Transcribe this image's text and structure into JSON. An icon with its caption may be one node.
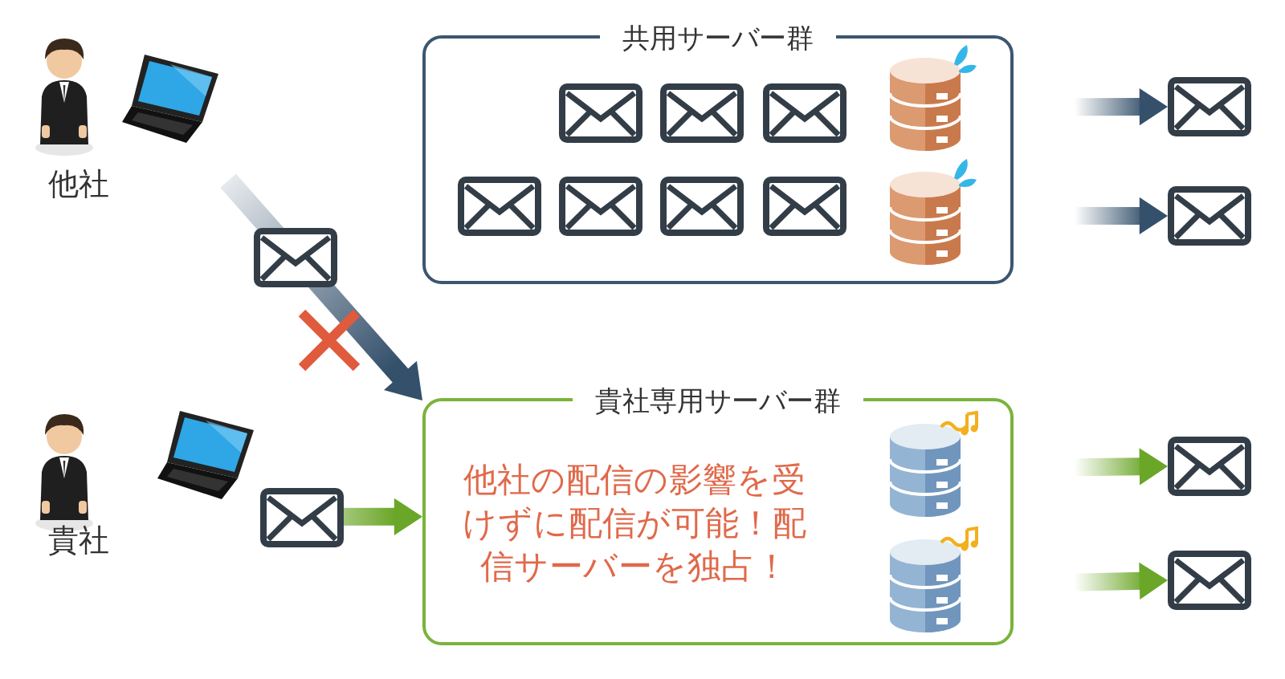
{
  "diagram": {
    "nodes": [
      {
        "text": [
          "他社"
        ]
      },
      {
        "text": [
          "共用サーバー群"
        ]
      },
      {
        "text": [],
        "shape": "cylinder",
        "in": 1
      },
      {
        "text": [],
        "shape": "cylinder",
        "in": 1
      },
      {
        "text": [],
        "shape": "picture"
      },
      {
        "text": [],
        "shape": "picture"
      },
      {
        "text": [
          "貴社"
        ]
      },
      {
        "text": [
          "貴社専用サーバー群",
          "他社の配信の影響を受けずに配信が可能！配信サーバーを独占！"
        ]
      },
      {
        "text": [],
        "shape": "cylinder",
        "in": 7
      },
      {
        "text": [],
        "shape": "cylinder",
        "in": 7
      },
      {
        "text": [],
        "shape": "picture"
      },
      {
        "text": [],
        "shape": "picture"
      }
    ],
    "edges": [
      {
        "from": 0,
        "to": 7,
        "arrow": "to",
        "color": "#34506b"
      },
      {
        "from": 6,
        "to": 7,
        "arrow": "to",
        "color": "#6aa628"
      },
      {
        "from": 2,
        "to": 4,
        "arrow": "to",
        "color": "#34506b"
      },
      {
        "from": 3,
        "to": 5,
        "arrow": "to",
        "color": "#34506b"
      },
      {
        "from": 8,
        "to": 10,
        "arrow": "to",
        "color": "#6aa628"
      },
      {
        "from": 9,
        "to": 11,
        "arrow": "to",
        "color": "#6aa628"
      }
    ]
  }
}
